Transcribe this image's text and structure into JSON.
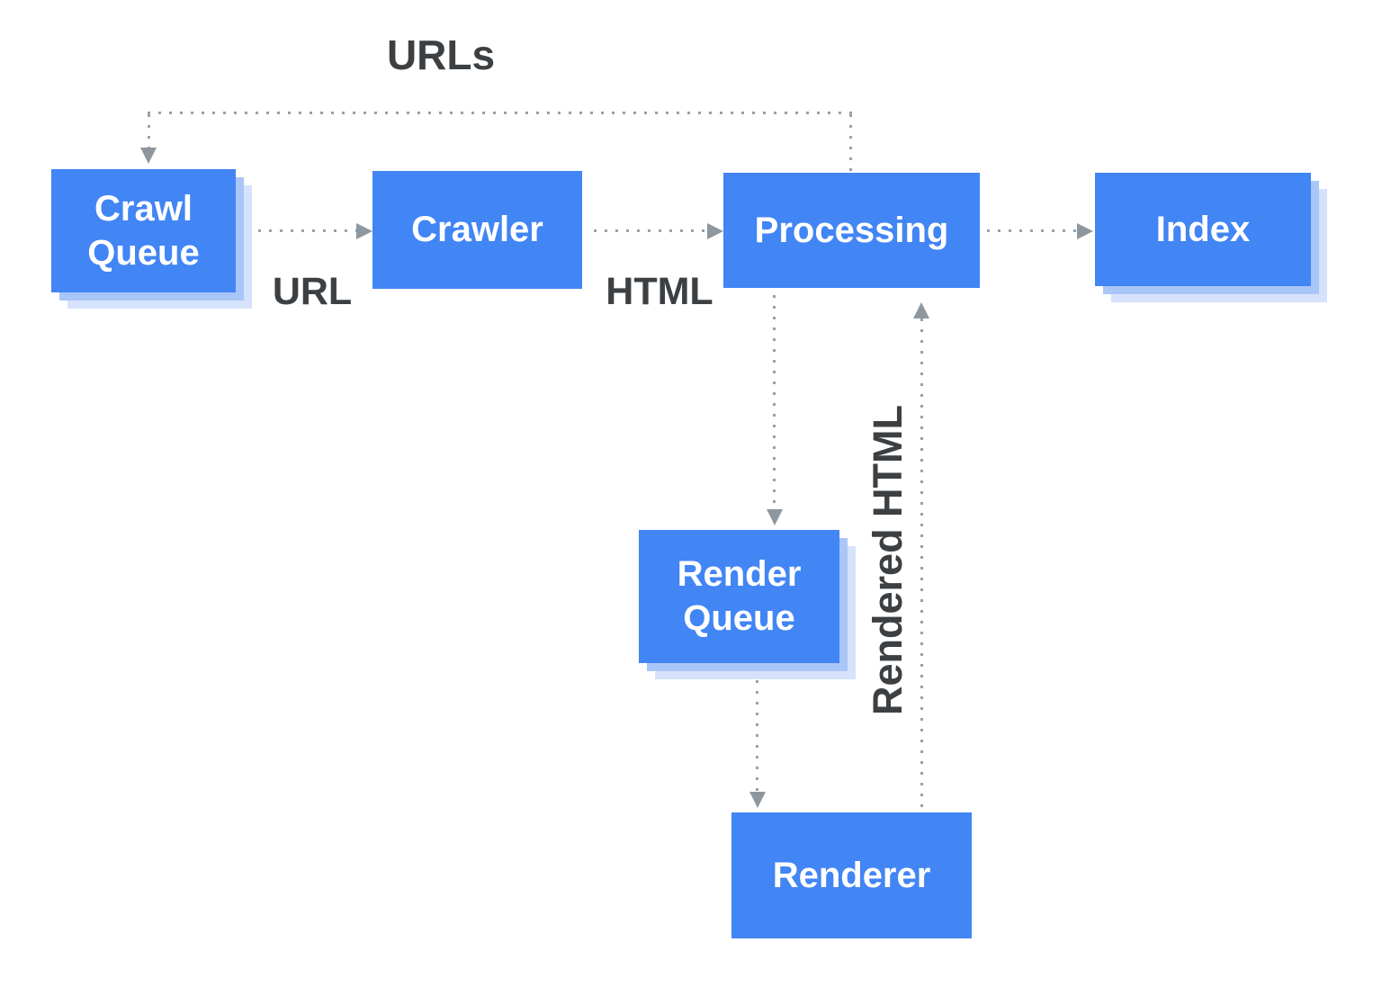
{
  "diagram": {
    "nodes": [
      {
        "id": "crawl-queue",
        "label": "Crawl Queue"
      },
      {
        "id": "crawler",
        "label": "Crawler"
      },
      {
        "id": "processing",
        "label": "Processing"
      },
      {
        "id": "index",
        "label": "Index"
      },
      {
        "id": "render-queue",
        "label": "Render Queue"
      },
      {
        "id": "renderer",
        "label": "Renderer"
      }
    ],
    "edge_labels": {
      "urls": "URLs",
      "url": "URL",
      "html": "HTML",
      "rendered_html": "Rendered HTML"
    },
    "colors": {
      "node_fill": "#4285F4",
      "node_text": "#FFFFFF",
      "node_shadow_inner": "#A9C6F8",
      "node_shadow_outer": "#D6E2FB",
      "connector": "#9AA0A6",
      "arrowhead": "#8E979E",
      "label_text": "#3C4043",
      "background": "#FFFFFF"
    }
  }
}
